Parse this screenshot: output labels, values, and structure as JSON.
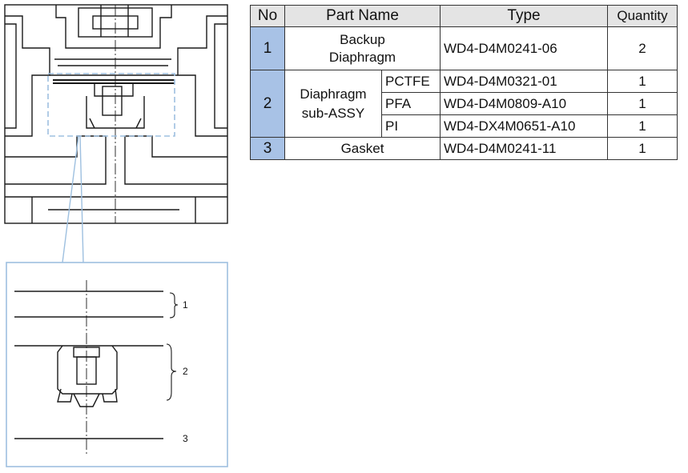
{
  "table": {
    "headers": {
      "no": "No",
      "part_name": "Part Name",
      "type": "Type",
      "quantity": "Quantity"
    },
    "rows": [
      {
        "no": "1",
        "part_name": "Backup Diaphragm",
        "type": "WD4-D4M0241-06",
        "quantity": "2"
      },
      {
        "no": "2",
        "part_name": "Diaphragm sub-ASSY",
        "variants": [
          {
            "material": "PCTFE",
            "type": "WD4-D4M0321-01",
            "quantity": "1"
          },
          {
            "material": "PFA",
            "type": "WD4-D4M0809-A10",
            "quantity": "1"
          },
          {
            "material": "PI",
            "type": "WD4-DX4M0651-A10",
            "quantity": "1"
          }
        ]
      },
      {
        "no": "3",
        "part_name": "Gasket",
        "type": "WD4-D4M0241-11",
        "quantity": "1"
      }
    ]
  },
  "detail_callouts": {
    "c1": "1",
    "c2": "2",
    "c3": "3"
  },
  "colors": {
    "number_cell": "#a8c2e6",
    "header_cell": "#e4e4e4",
    "detail_frame": "#9ec0e0"
  }
}
